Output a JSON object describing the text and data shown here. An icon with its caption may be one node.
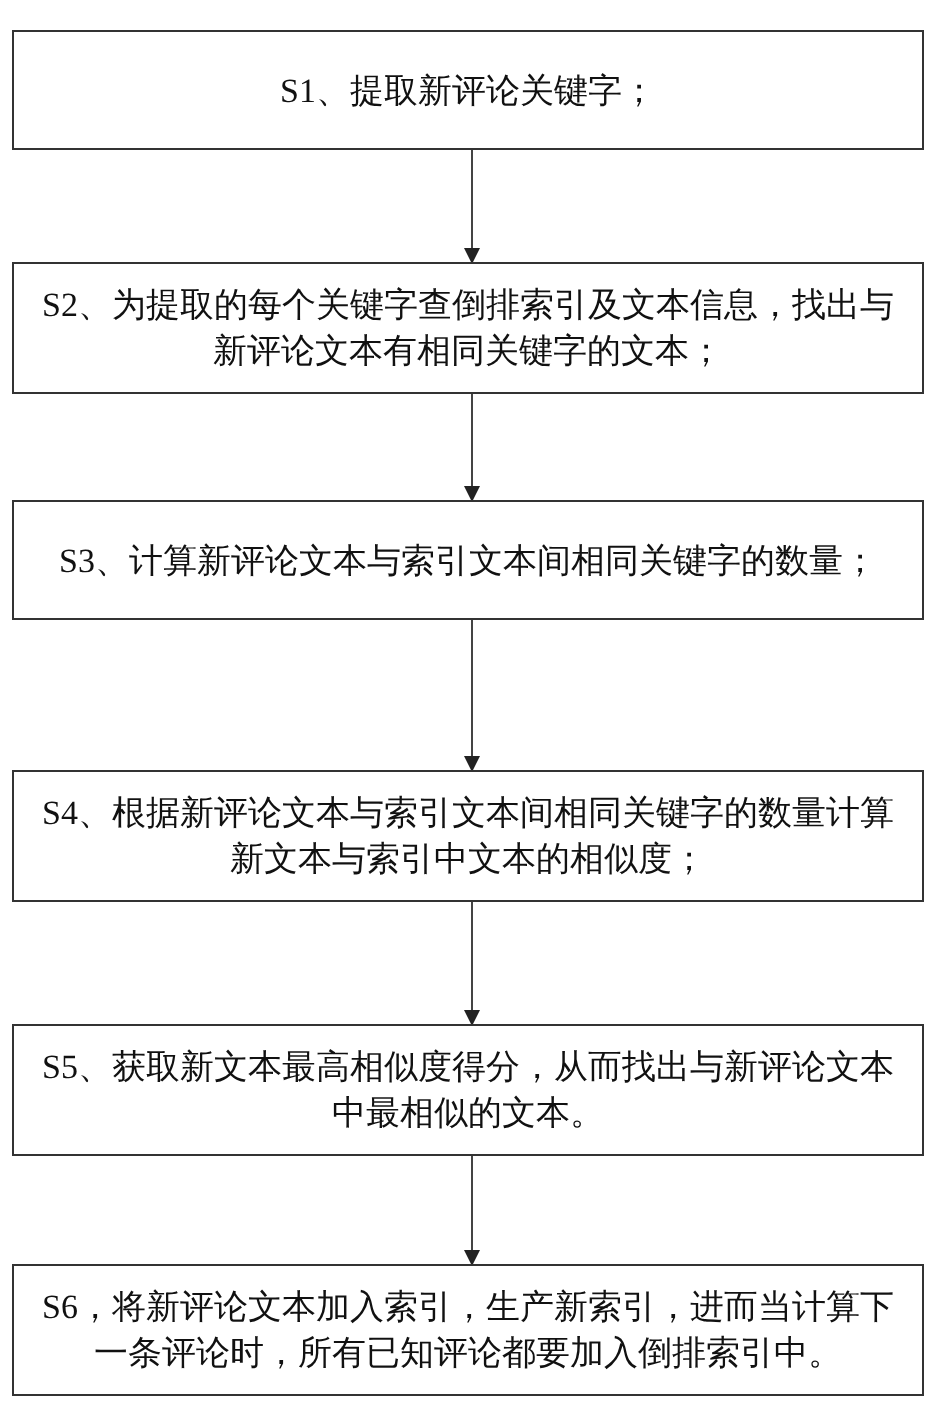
{
  "diagram": {
    "nodes": [
      {
        "text": [
          "S1、提取新评论关键字；"
        ]
      },
      {
        "text": [
          "S2、为提取的每个关键字查倒排索引及文本信息，找出与新评论文本有相同关键字的文本；"
        ]
      },
      {
        "text": [
          "S3、计算新评论文本与索引文本间相同关键字的数量；"
        ]
      },
      {
        "text": [
          "S4、根据新评论文本与索引文本间相同关键字的数量计算新文本与索引中文本的相似度；"
        ]
      },
      {
        "text": [
          "S5、获取新文本最高相似度得分，从而找出与新评论文本中最相似的文本。"
        ]
      },
      {
        "text": [
          "S6，将新评论文本加入索引，生产新索引，进而当计算下一条评论时，所有已知评论都要加入倒排索引中。"
        ]
      }
    ],
    "edges": [
      {
        "from": 0,
        "to": 1,
        "arrow": "to"
      },
      {
        "from": 1,
        "to": 2,
        "arrow": "to"
      },
      {
        "from": 2,
        "to": 3,
        "arrow": "to"
      },
      {
        "from": 3,
        "to": 4,
        "arrow": "to"
      },
      {
        "from": 4,
        "to": 5,
        "arrow": "to"
      }
    ]
  }
}
